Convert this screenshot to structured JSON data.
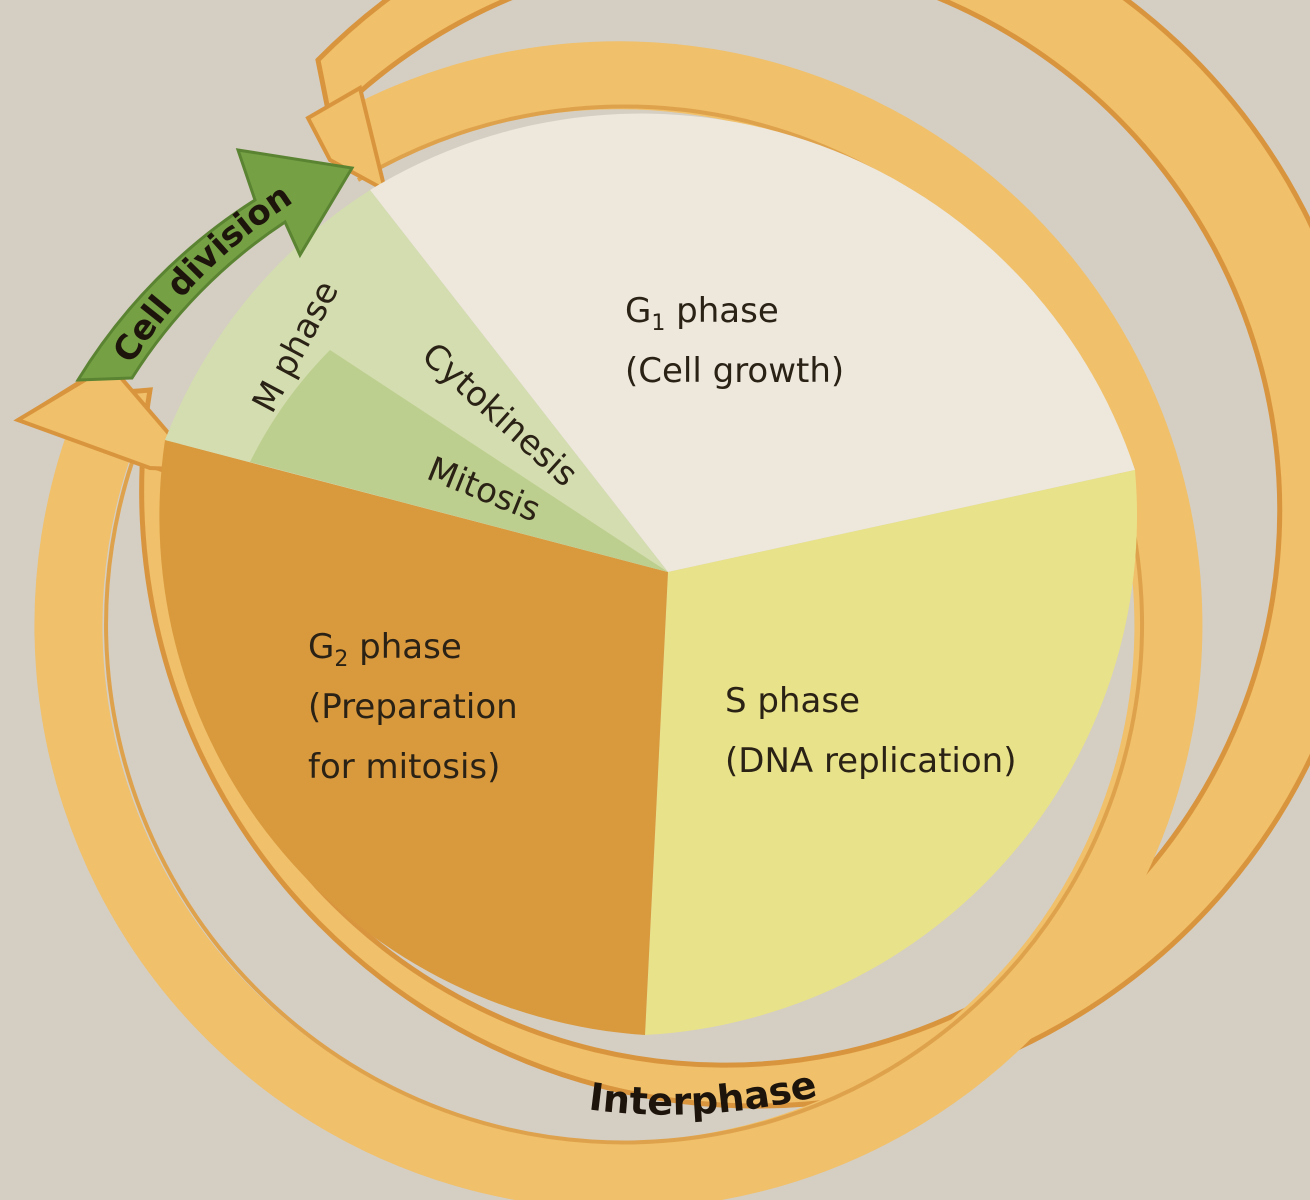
{
  "colors": {
    "page_background": "#dcd6cb",
    "ring": "#f0c06a",
    "ring_edge": "#d9953e",
    "g1_sector": "#ede7dc",
    "s_sector": "#e8e28a",
    "g2_sector": "#d9993d",
    "m_phase_sector": "#d4ddb0",
    "mitosis_sector": "#b9cc8a",
    "cell_division_arrow": "#76a044",
    "text": "#2b2216"
  },
  "labels": {
    "g1_line1_prefix": "G",
    "g1_line1_sub": "1",
    "g1_line1_suffix": " phase",
    "g1_line2": "(Cell growth)",
    "s_line1": "S phase",
    "s_line2": "(DNA replication)",
    "g2_line1_prefix": "G",
    "g2_line1_sub": "2",
    "g2_line1_suffix": " phase",
    "g2_line2": "(Preparation",
    "g2_line3": "for mitosis)",
    "m_phase": "M phase",
    "cytokinesis": "Cytokinesis",
    "mitosis": "Mitosis",
    "cell_division": "Cell division",
    "interphase": "Interphase"
  },
  "icons": {
    "interphase_arrow": "curved-arrow-icon",
    "cell_division_arrow": "curved-arrow-icon"
  }
}
